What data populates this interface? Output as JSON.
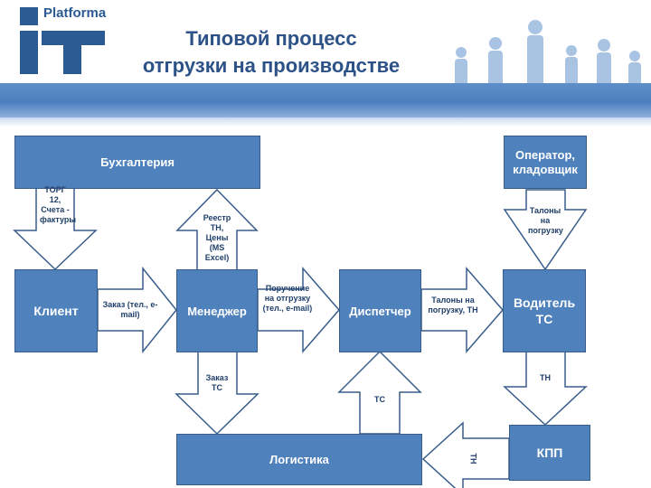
{
  "logo": {
    "text": "Platforma"
  },
  "title": {
    "line1": "Типовой процесс",
    "line2": "отгрузки на производстве"
  },
  "nodes": {
    "accounting": "Бухгалтерия",
    "operator": "Оператор, кладовщик",
    "client": "Клиент",
    "manager": "Менеджер",
    "dispatcher": "Диспетчер",
    "driver": "Водитель ТС",
    "checkpoint": "КПП",
    "logistics": "Логистика"
  },
  "edges": {
    "accounting_to_client": "ТОРГ 12, Счета - фактуры",
    "manager_to_accounting": "Реестр ТН, Цены (MS Excel)",
    "operator_to_driver": "Талоны на погрузку",
    "client_to_manager": "Заказ (тел., e-mail)",
    "manager_to_dispatcher": "Поручение на отгрузку (тел., e-mail)",
    "dispatcher_to_driver": "Талоны на погрузку, ТН",
    "manager_to_logistics": "Заказ ТС",
    "logistics_to_dispatcher": "ТС",
    "driver_to_checkpoint": "ТН",
    "checkpoint_to_logistics": "ТН"
  },
  "colors": {
    "box": "#4f81bd",
    "box_border": "#385d8a",
    "arrow_fill": "#ffffff",
    "arrow_stroke": "#385d8a",
    "stripe": "#4c7fbf"
  }
}
